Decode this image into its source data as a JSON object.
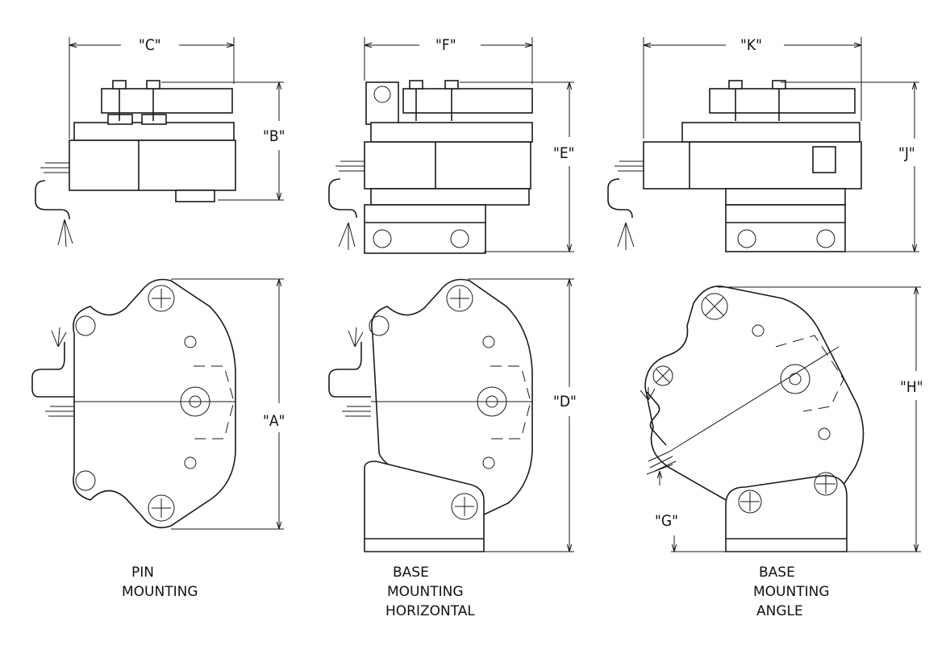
{
  "dimensions": {
    "A": "\"A\"",
    "B": "\"B\"",
    "C": "\"C\"",
    "D": "\"D\"",
    "E": "\"E\"",
    "F": "\"F\"",
    "G": "\"G\"",
    "H": "\"H\"",
    "J": "\"J\"",
    "K": "\"K\""
  },
  "captions": {
    "pin": [
      "PIN",
      "MOUNTING"
    ],
    "base_horizontal": [
      "BASE",
      "MOUNTING",
      "HORIZONTAL"
    ],
    "base_angle": [
      "BASE",
      "MOUNTING",
      "ANGLE"
    ]
  }
}
